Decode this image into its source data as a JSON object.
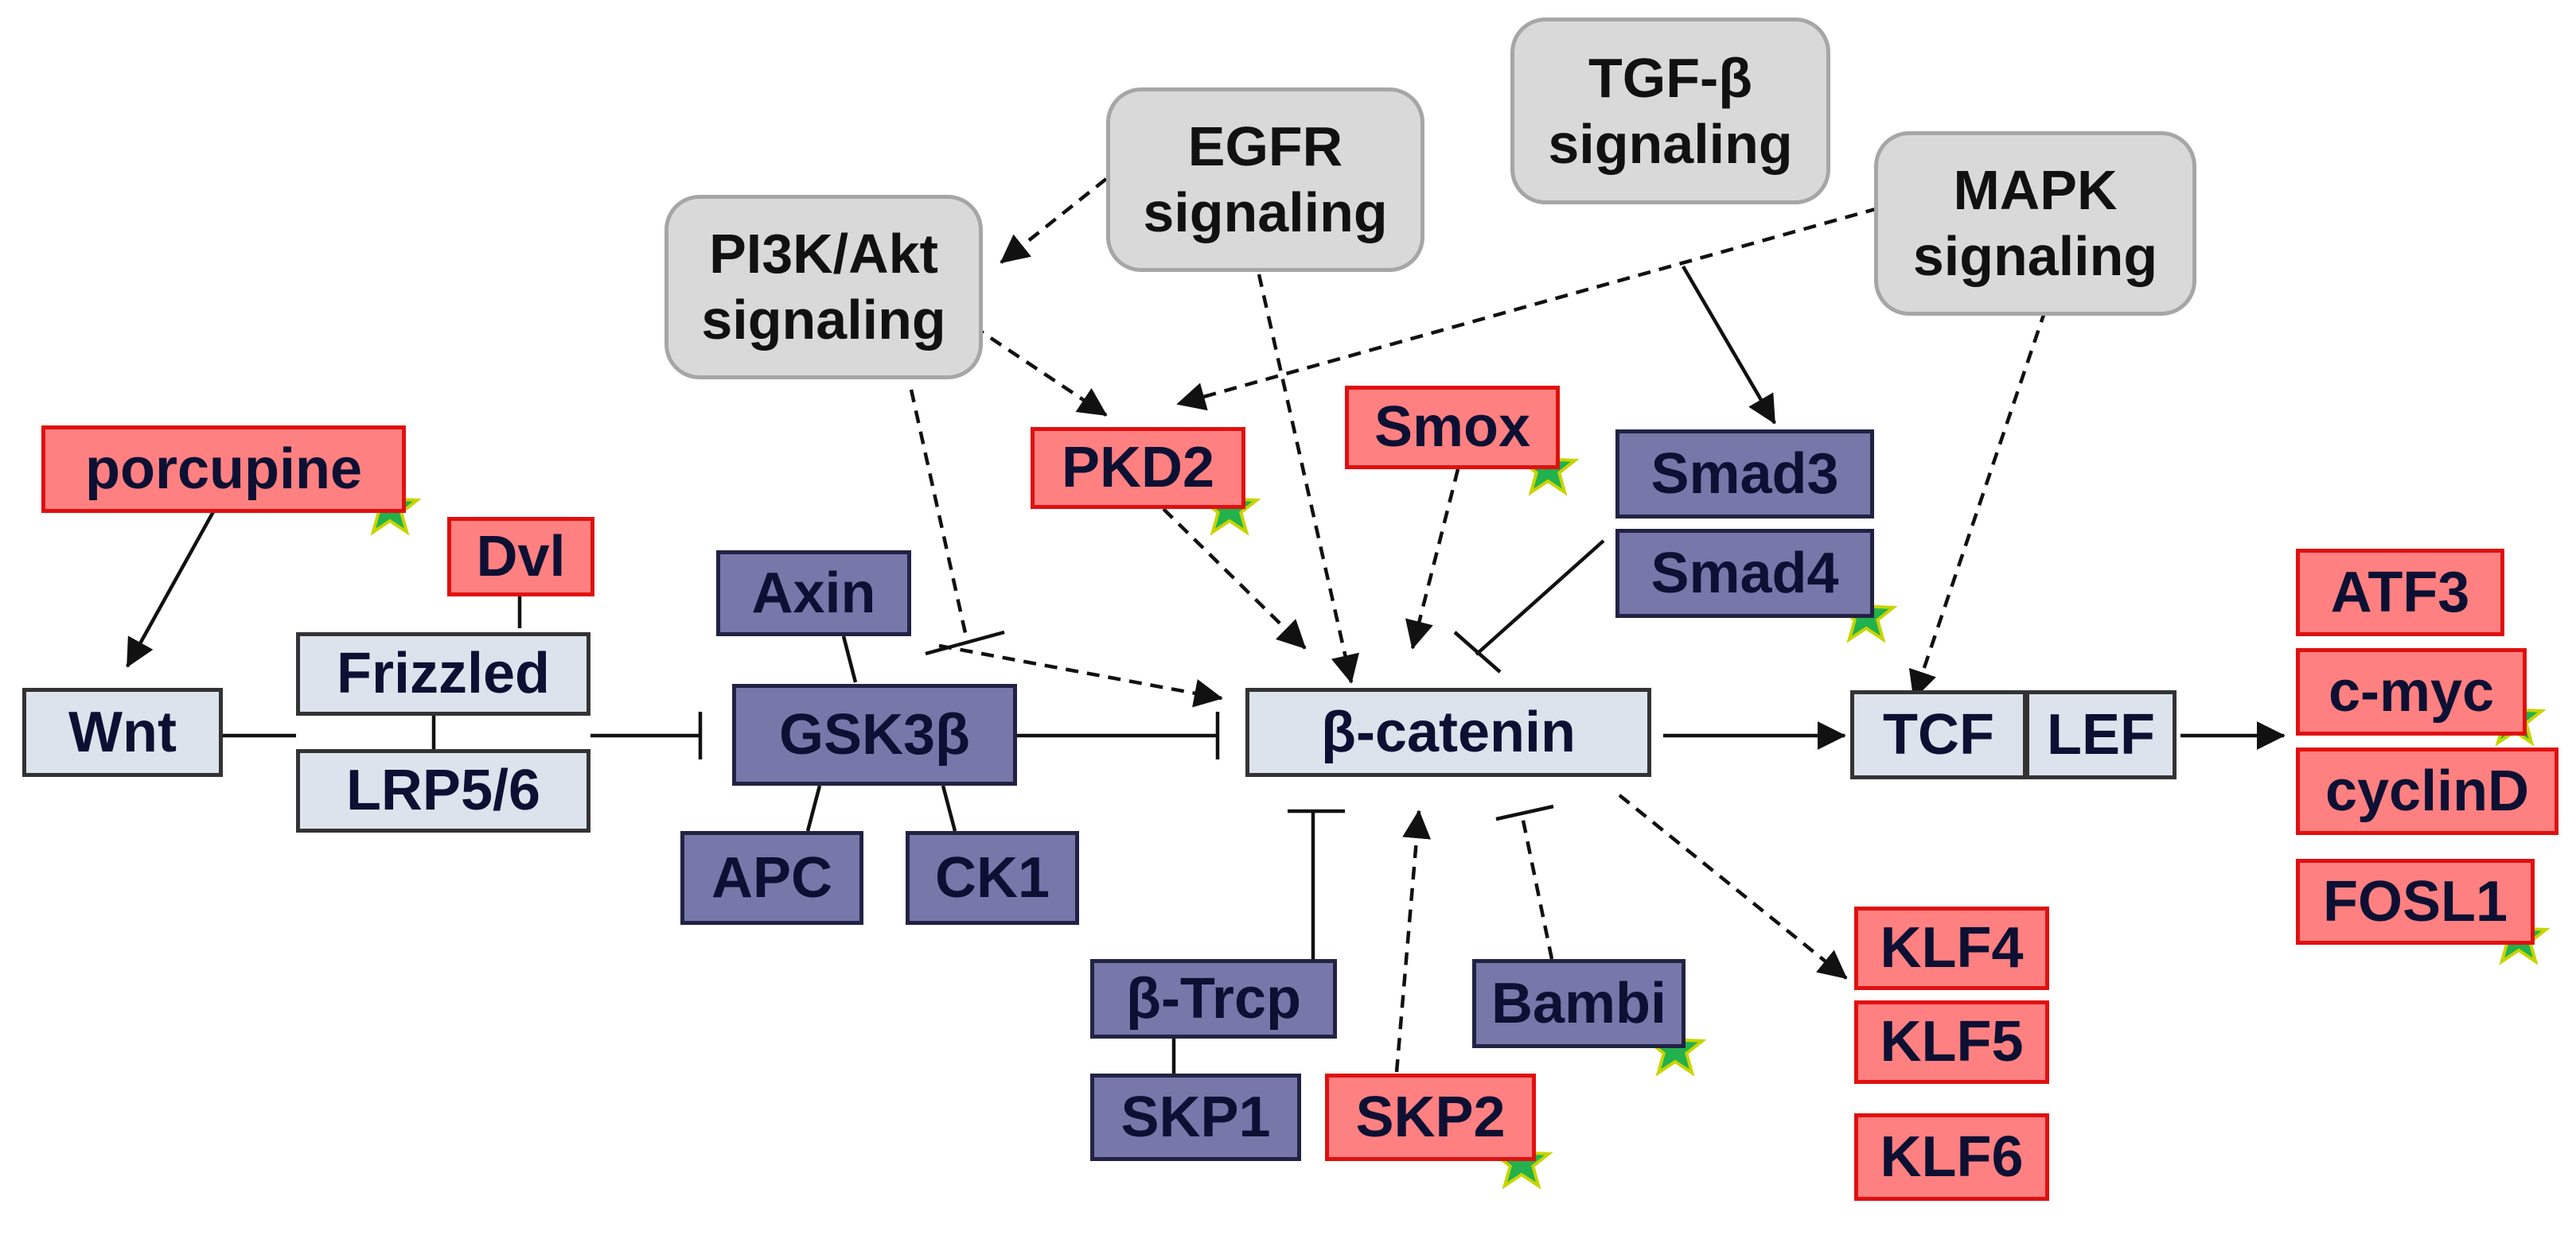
{
  "pathway": {
    "signaling": {
      "egfr": [
        "EGFR",
        "signaling"
      ],
      "tgfb": [
        "TGF-β",
        "signaling"
      ],
      "mapk": [
        "MAPK",
        "signaling"
      ],
      "pi3k": [
        "PI3K/Akt",
        "signaling"
      ]
    },
    "nodes": {
      "porcupine": "porcupine",
      "dvl": "Dvl",
      "wnt": "Wnt",
      "frizzled": "Frizzled",
      "lrp": "LRP5/6",
      "axin": "Axin",
      "gsk3b": "GSK3β",
      "apc": "APC",
      "ck1": "CK1",
      "pkd2": "PKD2",
      "smox": "Smox",
      "smad3": "Smad3",
      "smad4": "Smad4",
      "bcatenin": "β-catenin",
      "tcf": "TCF",
      "lef": "LEF",
      "btrcp": "β-Trcp",
      "skp1": "SKP1",
      "skp2": "SKP2",
      "bambi": "Bambi",
      "klf4": "KLF4",
      "klf5": "KLF5",
      "klf6": "KLF6",
      "atf3": "ATF3",
      "cmyc": "c-myc",
      "cyclind": "cyclinD",
      "fosl1": "FOSL1"
    },
    "colors": {
      "upregulated_fill": "#ff8080",
      "upregulated_border": "#e01010",
      "protein_fill": "#7777aa",
      "receptor_fill": "#dde3ec",
      "signaling_fill": "#d9d9d9",
      "star_fill": "#22b14c",
      "star_border": "#c8d400"
    }
  }
}
